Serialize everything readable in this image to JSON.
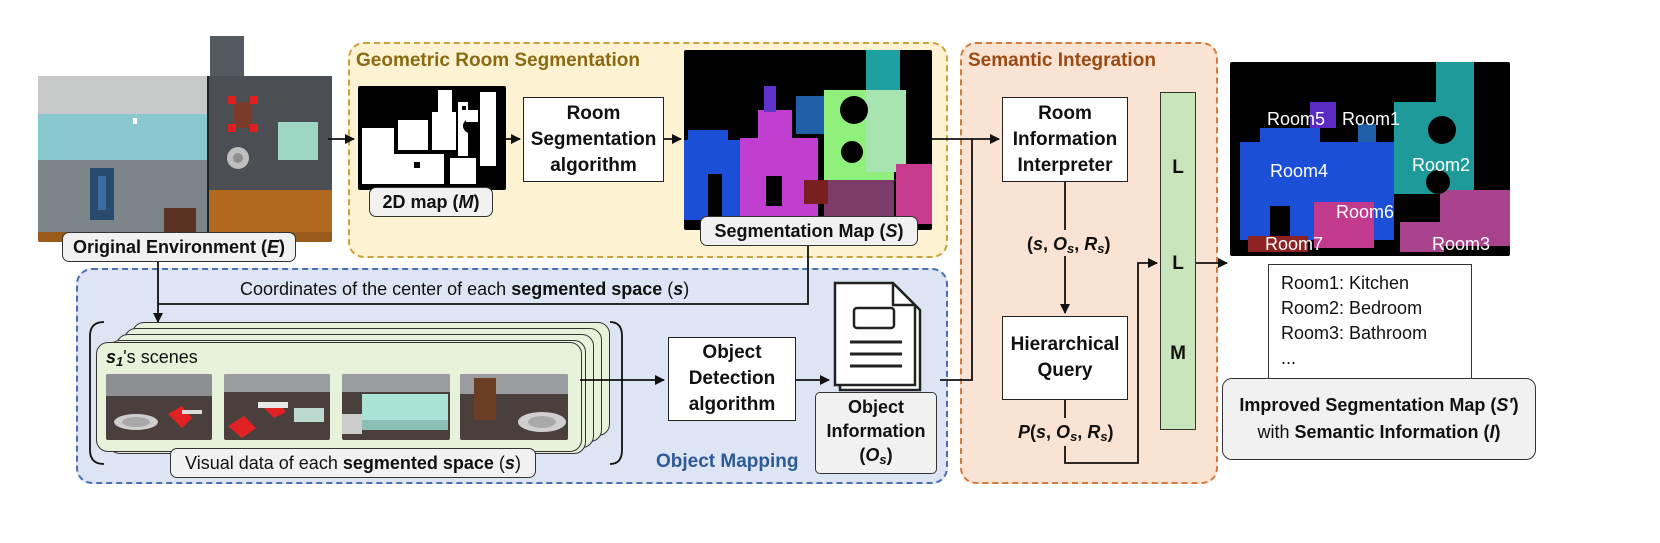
{
  "left": {
    "env_label": "Original Environment",
    "env_symbol": "E"
  },
  "geometric": {
    "title": "Geometric Room Segmentation",
    "map_label": "2D map",
    "map_symbol": "M",
    "algo_l1": "Room",
    "algo_l2": "Segmentation",
    "algo_l3": "algorithm",
    "seg_label": "Segmentation Map",
    "seg_symbol": "S"
  },
  "object_mapping": {
    "title": "Object Mapping",
    "coord_prefix": "Coordinates of the center of each",
    "coord_bold": "segmented space",
    "coord_symbol": "s",
    "scenes_symbol": "s",
    "scenes_sub": "1",
    "scenes_suffix": "'s scenes",
    "visual_prefix": "Visual data of each",
    "visual_bold": "segmented space",
    "visual_symbol": "s",
    "det_l1": "Object",
    "det_l2": "Detection",
    "det_l3": "algorithm",
    "info_l1": "Object",
    "info_l2": "Information",
    "info_symbol": "O",
    "info_sub": "s"
  },
  "semantic": {
    "title": "Semantic Integration",
    "interp_l1": "Room",
    "interp_l2": "Information",
    "interp_l3": "Interpreter",
    "tuple_s": "s",
    "tuple_o": "O",
    "tuple_o_sub": "s",
    "tuple_r": "R",
    "tuple_r_sub": "s",
    "query_l1": "Hierarchical",
    "query_l2": "Query",
    "prob_p": "P",
    "llm_letters": [
      "L",
      "L",
      "M"
    ]
  },
  "output": {
    "rooms": [
      "Room5",
      "Room1",
      "Room4",
      "Room2",
      "Room6",
      "Room7",
      "Room3"
    ],
    "list": [
      "Room1: Kitchen",
      "Room2: Bedroom",
      "Room3: Bathroom",
      "..."
    ],
    "improved_l1_bold": "Improved Segmentation Map",
    "improved_symbol": "S'",
    "improved_l2_prefix": "with",
    "improved_l2_bold": "Semantic Information",
    "improved_l2_symbol": "I"
  },
  "colors": {
    "geo_panel_bg": "#fdf3d3",
    "geo_panel_border": "#c8a23a",
    "geo_title": "#8a6a12",
    "obj_panel_bg": "#dde4f4",
    "obj_panel_border": "#4a6fb0",
    "obj_title": "#2e5a96",
    "sem_panel_bg": "#fbe3d3",
    "sem_panel_border": "#d47a3c",
    "sem_title": "#9a4a14",
    "llm_fill": "#c9e5bc",
    "scene_card": "#e6f2d9"
  }
}
